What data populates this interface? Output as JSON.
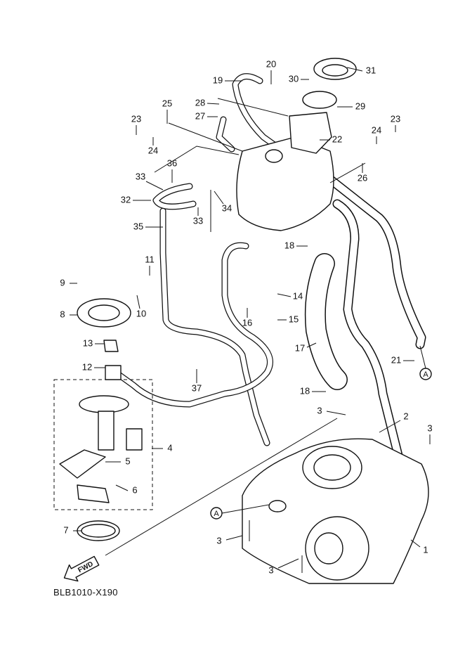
{
  "diagram": {
    "callouts": [
      "31",
      "30",
      "20",
      "19",
      "29",
      "28",
      "27",
      "25",
      "23",
      "24",
      "22",
      "23",
      "24",
      "26",
      "36",
      "33",
      "32",
      "34",
      "33",
      "35",
      "18",
      "11",
      "9",
      "14",
      "8",
      "10",
      "16",
      "15",
      "13",
      "17",
      "21",
      "12",
      "37",
      "18",
      "3",
      "2",
      "3",
      "4",
      "5",
      "6",
      "7",
      "3",
      "1",
      "3"
    ],
    "reference_marks": [
      "A",
      "A"
    ],
    "direction_label": "FWD",
    "drawing_code": "BLB1010-X190",
    "line_color": "#111111"
  }
}
